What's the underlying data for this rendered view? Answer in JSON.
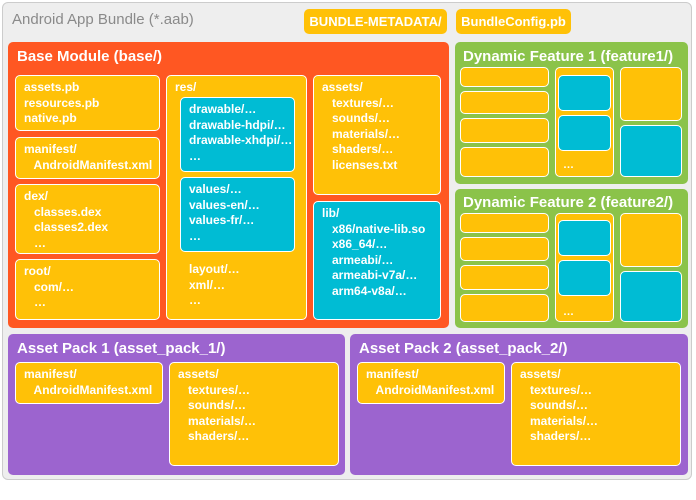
{
  "bundle": {
    "title": "Android App Bundle (*.aab)",
    "bundle_metadata": "BUNDLE-METADATA/",
    "bundle_config": "BundleConfig.pb"
  },
  "base_module": {
    "title": "Base Module (base/)",
    "pb_files": [
      "assets.pb",
      "resources.pb",
      "native.pb"
    ],
    "manifest": [
      "manifest/",
      "   AndroidManifest.xml"
    ],
    "dex": [
      "dex/",
      "   classes.dex",
      "   classes2.dex",
      "   …"
    ],
    "root": [
      "root/",
      "   com/…",
      "   …"
    ],
    "res": {
      "label": "res/",
      "drawables": [
        "drawable/…",
        "drawable-hdpi/…",
        "drawable-xhdpi/…",
        "…"
      ],
      "values": [
        "values/…",
        "values-en/…",
        "values-fr/…",
        "…"
      ],
      "other": [
        "layout/…",
        "xml/…",
        "…"
      ]
    },
    "assets": [
      "assets/",
      "   textures/…",
      "   sounds/…",
      "   materials/…",
      "   shaders/…",
      "   licenses.txt"
    ],
    "lib": [
      "lib/",
      "   x86/native-lib.so",
      "   x86_64/…",
      "   armeabi/…",
      "   armeabi-v7a/…",
      "   arm64-v8a/…"
    ]
  },
  "feature1": {
    "title": "Dynamic Feature 1 (feature1/)",
    "ellipsis": "…"
  },
  "feature2": {
    "title": "Dynamic Feature 2 (feature2/)",
    "ellipsis": "…"
  },
  "asset_pack_1": {
    "title": "Asset Pack 1 (asset_pack_1/)",
    "manifest": [
      "manifest/",
      "   AndroidManifest.xml"
    ],
    "assets": [
      "assets/",
      "   textures/…",
      "   sounds/…",
      "   materials/…",
      "   shaders/…"
    ]
  },
  "asset_pack_2": {
    "title": "Asset Pack 2 (asset_pack_2/)",
    "manifest": [
      "manifest/",
      "   AndroidManifest.xml"
    ],
    "assets": [
      "assets/",
      "   textures/…",
      "   sounds/…",
      "   materials/…",
      "   shaders/…"
    ]
  },
  "colors": {
    "base": "#ff5722",
    "feature": "#8bc34a",
    "asset_pack": "#9c64cf",
    "file": "#ffc107",
    "native": "#00bcd4"
  }
}
